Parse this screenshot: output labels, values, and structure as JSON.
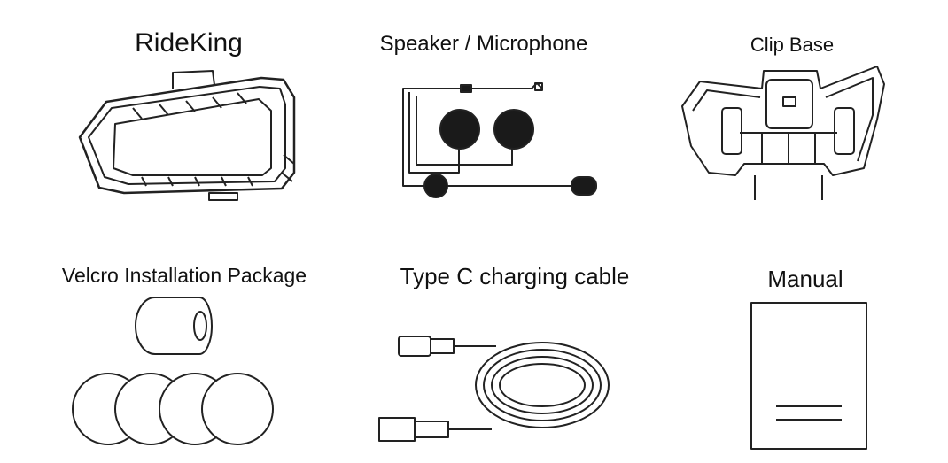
{
  "items": [
    {
      "label": "RideKing",
      "icon": "intercom-device-icon"
    },
    {
      "label": "Speaker / Microphone",
      "icon": "speaker-microphone-icon"
    },
    {
      "label": "Clip Base",
      "icon": "clip-base-icon"
    },
    {
      "label": "Velcro Installation Package",
      "icon": "velcro-pads-icon"
    },
    {
      "label": "Type C charging cable",
      "icon": "usb-c-cable-icon"
    },
    {
      "label": "Manual",
      "icon": "manual-icon"
    }
  ],
  "colors": {
    "stroke": "#222222",
    "fill": "#1a1a1a"
  }
}
